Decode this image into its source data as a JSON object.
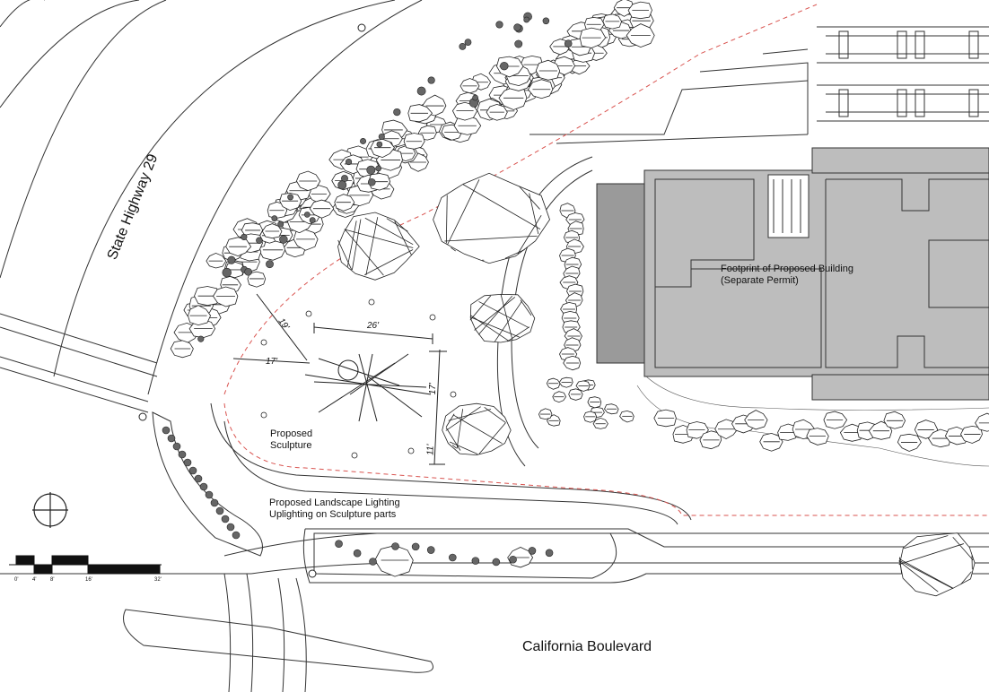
{
  "streets": {
    "highway": "State Highway 29",
    "boulevard": "California Boulevard"
  },
  "annotations": {
    "building_line1": "Footprint of Proposed Building",
    "building_line2": "(Separate Permit)",
    "sculpture_line1": "Proposed",
    "sculpture_line2": "Sculpture",
    "lighting_line1": "Proposed Landscape Lighting",
    "lighting_line2": "Uplighting on Sculpture parts"
  },
  "dimensions": {
    "d26": "26'",
    "d19": "19'",
    "d17a": "17'",
    "d17b": "17'",
    "d11": "11'"
  },
  "scale_bar": {
    "ticks": [
      "0'",
      "4'",
      "8'",
      "16'",
      "32'"
    ]
  },
  "colors": {
    "line": "#222222",
    "building_fill": "#bdbdbd",
    "tree_fill": "#ffffff",
    "shrub_fill": "#555555",
    "property_line": "#d9534f"
  },
  "icons": {
    "north_arrow": "north-arrow-icon"
  }
}
